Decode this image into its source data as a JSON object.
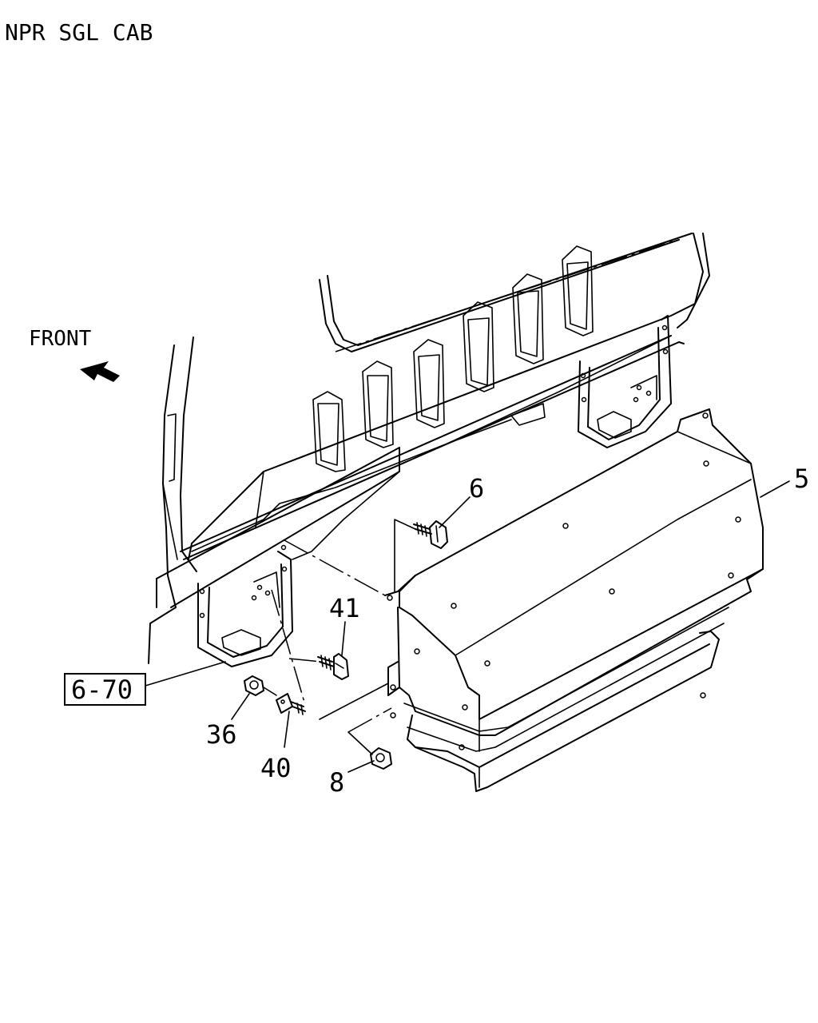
{
  "header": {
    "title": "NPR SGL CAB"
  },
  "orientation": {
    "label": "FRONT"
  },
  "callouts": {
    "cover": "5",
    "bolt_top": "6",
    "bolt_side": "41",
    "reference": "6-70",
    "nut_small": "36",
    "stud_bracket": "40",
    "nut_bottom": "8"
  },
  "icons": {
    "front_arrow": "arrow-up-left-icon"
  },
  "colors": {
    "ink": "#000000",
    "paper": "#ffffff"
  }
}
